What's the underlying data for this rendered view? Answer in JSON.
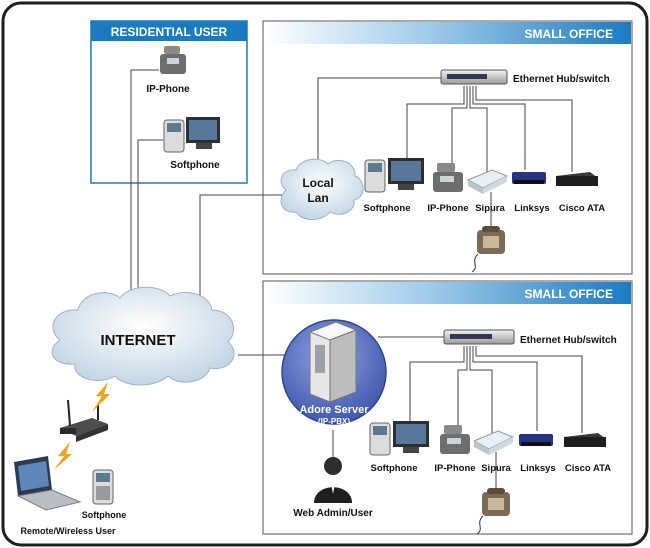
{
  "residential": {
    "header": "RESIDENTIAL USER",
    "ip_phone": "IP-Phone",
    "softphone": "Softphone"
  },
  "office1": {
    "header": "SMALL OFFICE",
    "hub": "Ethernet Hub/switch",
    "lan_line1": "Local",
    "lan_line2": "Lan",
    "devices": [
      "Softphone",
      "IP-Phone",
      "Sipura",
      "Linksys",
      "Cisco ATA"
    ]
  },
  "office2": {
    "header": "SMALL OFFICE",
    "hub": "Ethernet Hub/switch",
    "server_line1": "Adore Server",
    "server_line2": "(IP-PBX)",
    "admin": "Web Admin/User",
    "devices": [
      "Softphone",
      "IP-Phone",
      "Sipura",
      "Linksys",
      "Cisco ATA"
    ]
  },
  "internet": "INTERNET",
  "remote": {
    "softphone": "Softphone",
    "caption": "Remote/Wireless User"
  },
  "colors": {
    "frame": "#1e1e1e",
    "header_blue": "#1b7bc1",
    "cloud": "#dbe6ef",
    "server": "#4a64b4",
    "line": "#444444"
  }
}
